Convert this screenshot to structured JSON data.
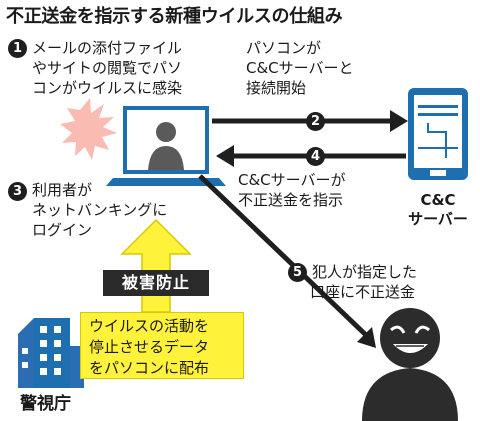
{
  "title": "不正送金を指示する新種ウイルスの仕組み",
  "steps": {
    "s1": {
      "num": "1",
      "lines": [
        "メールの添付ファイル",
        "やサイトの閲覧でパソ",
        "コンがウイルスに感染"
      ]
    },
    "s2": {
      "num": "2",
      "lines": [
        "パソコンが",
        "C&Cサーバーと",
        "接続開始"
      ]
    },
    "s3": {
      "num": "3",
      "lines": [
        "利用者が",
        "ネットバンキングに",
        "ログイン"
      ]
    },
    "s4": {
      "num": "4",
      "lines": [
        "C&Cサーバーが",
        "不正送金を指示"
      ]
    },
    "s5": {
      "num": "5",
      "lines": [
        "犯人が指定した",
        "口座に不正送金"
      ]
    }
  },
  "server_label": [
    "C&C",
    "サーバー"
  ],
  "prevention_label": "被害防止",
  "police_box_lines": [
    "ウイルスの活動を",
    "停止させるデータ",
    "をパソコンに配布"
  ],
  "police_label": "警視庁",
  "colors": {
    "accent_blue": "#1e6fb0",
    "yellow": "#fff23a",
    "dark": "#1f1f1f",
    "burst": "#f7a8a0"
  }
}
